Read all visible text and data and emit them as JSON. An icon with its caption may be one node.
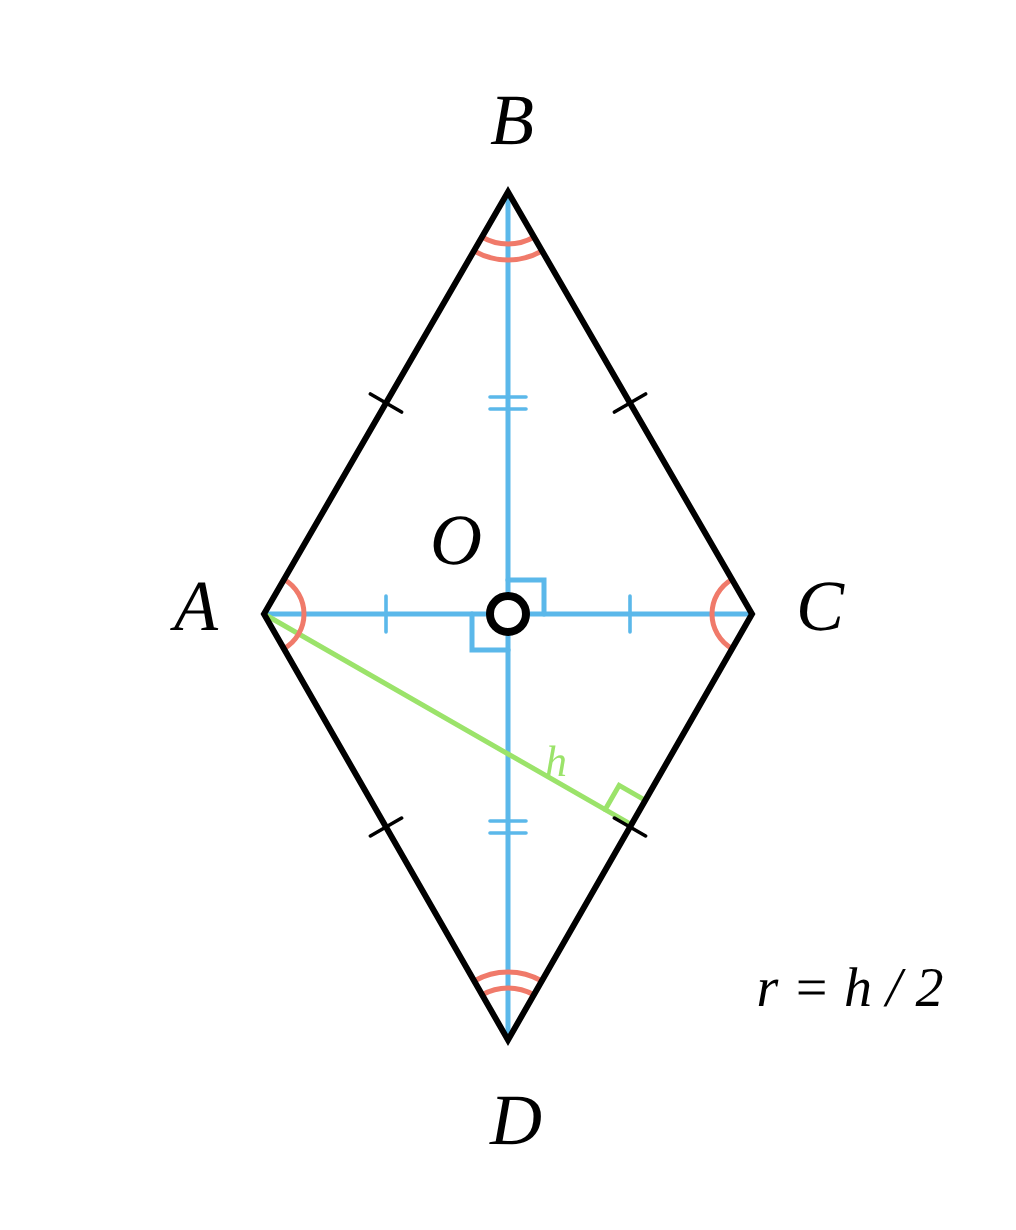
{
  "diagram": {
    "labels": [
      "B",
      "O",
      "A",
      "C",
      "h",
      "D",
      "r = h / 2"
    ]
  }
}
